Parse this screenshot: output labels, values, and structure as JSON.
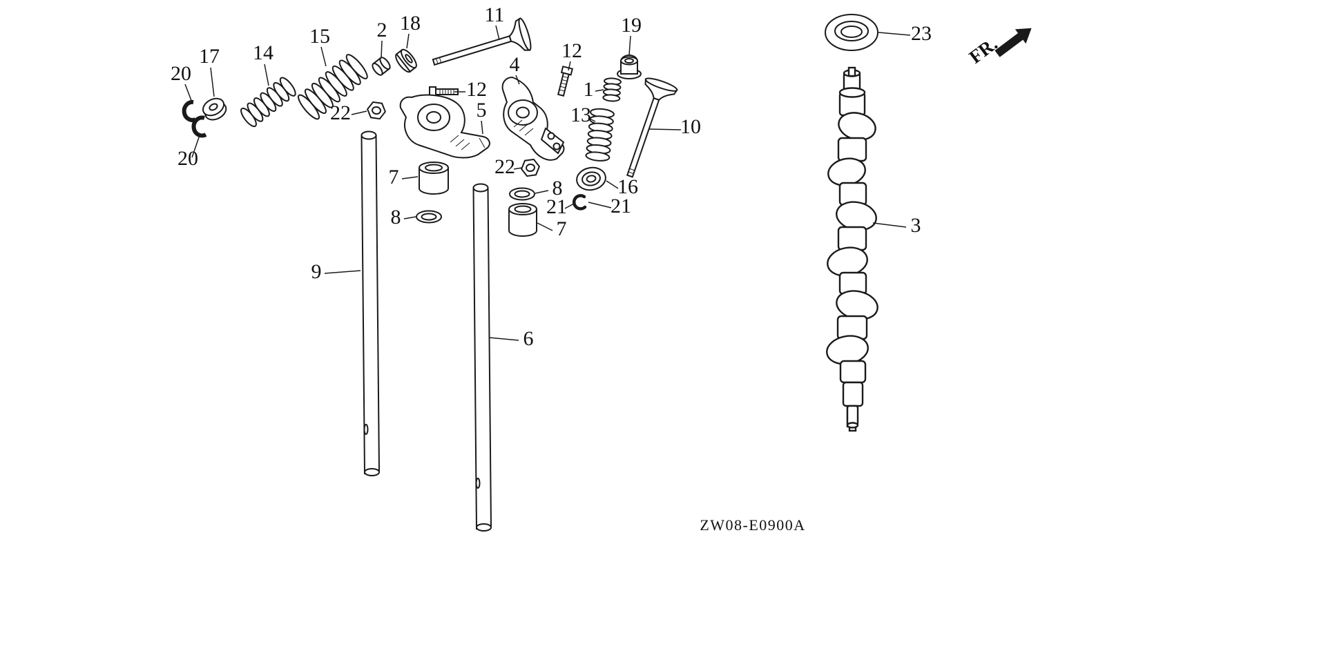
{
  "page": {
    "background_color": "#ffffff",
    "ink_color": "#1a1a1a"
  },
  "diagram": {
    "drawing_code": "ZW08-E0900A",
    "orientation_label": "FR.",
    "callouts": {
      "valve_keeper_top": "20",
      "valve_keeper_bottom": "20",
      "spring_retainer": "17",
      "inner_valve_spring": "14",
      "outer_valve_spring": "15",
      "spring_seat": "2",
      "stem_seal_washer": "18",
      "valve_a": "11",
      "rocker_arm_b": "4",
      "bolt_b": "12",
      "bolt_a": "12",
      "seal_cap": "19",
      "small_spring": "1",
      "nut_a": "22",
      "nut_b": "22",
      "rocker_arm_a": "5",
      "valve_spring_b": "13",
      "valve_b": "10",
      "collar_a": "7",
      "collar_b": "7",
      "washer_a": "8",
      "washer_b": "8",
      "seal_ring": "16",
      "clip_a": "21",
      "clip_b": "21",
      "push_rod_a": "9",
      "push_rod_b": "6",
      "camshaft": "3",
      "cap_seal": "23"
    }
  }
}
